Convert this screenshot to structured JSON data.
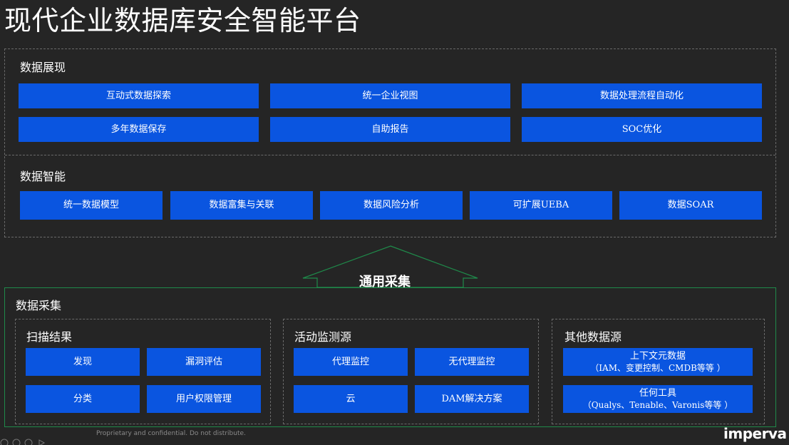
{
  "title": "现代企业数据库安全智能平台",
  "presentation": {
    "label": "数据展现",
    "row1": [
      "互动式数据探索",
      "统一企业视图",
      "数据处理流程自动化"
    ],
    "row2": [
      "多年数据保存",
      "自助报告",
      "SOC优化"
    ]
  },
  "intelligence": {
    "label": "数据智能",
    "items": [
      "统一数据模型",
      "数据富集与关联",
      "数据风险分析",
      "可扩展UEBA",
      "数据SOAR"
    ]
  },
  "collection_arrow": "通用采集",
  "collection": {
    "label": "数据采集",
    "scan": {
      "label": "扫描结果",
      "items": [
        "发现",
        "漏洞评估",
        "分类",
        "用户权限管理"
      ]
    },
    "activity": {
      "label": "活动监测源",
      "items": [
        "代理监控",
        "无代理监控",
        "云",
        "DAM解决方案"
      ]
    },
    "other": {
      "label": "其他数据源",
      "context": {
        "line1": "上下文元数据",
        "line2": "（IAM、变更控制、CMDB等等 ）"
      },
      "tools": {
        "line1": "任何工具",
        "line2": "（Qualys、Tenable、Varonis等等 ）"
      }
    }
  },
  "footer": "Proprietary and confidential. Do not distribute.",
  "logo": "imperva",
  "colors": {
    "background": "#252525",
    "box": "#0a55e0",
    "green": "#1f8a4a"
  }
}
